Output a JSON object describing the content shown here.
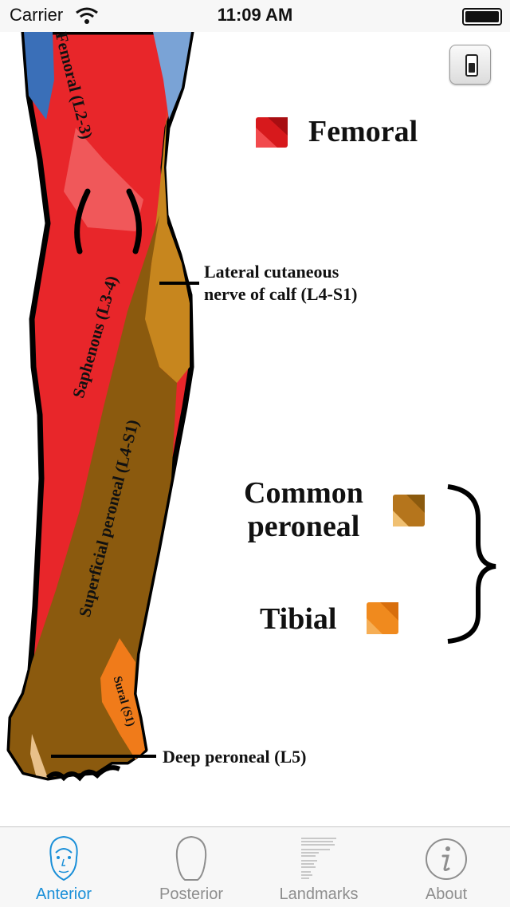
{
  "status_bar": {
    "carrier": "Carrier",
    "time": "11:09 AM"
  },
  "legend": {
    "femoral": {
      "label": "Femoral",
      "color": "#d7191c"
    },
    "common_peroneal": {
      "label_line1": "Common",
      "label_line2": "peroneal",
      "color": "#b5751c"
    },
    "tibial": {
      "label": "Tibial",
      "color": "#f08a1e"
    }
  },
  "diagram_labels": {
    "femoral": "Femoral (L2-3)",
    "saphenous": "Saphenous (L3-4)",
    "superficial_peroneal": "Superficial peroneal (L4-S1)",
    "sural": "Sural (S1)",
    "lateral_cutaneous_line1": "Lateral cutaneous",
    "lateral_cutaneous_line2": "nerve of calf (L4-S1)",
    "deep_peroneal": "Deep peroneal (L5)"
  },
  "tabs": [
    {
      "label": "Anterior",
      "icon": "head-front-icon",
      "active": true
    },
    {
      "label": "Posterior",
      "icon": "head-back-icon",
      "active": false
    },
    {
      "label": "Landmarks",
      "icon": "text-list-icon",
      "active": false
    },
    {
      "label": "About",
      "icon": "info-icon",
      "active": false
    }
  ],
  "colors": {
    "active_tab": "#1a8fd8",
    "inactive_tab": "#8e8e8e"
  }
}
